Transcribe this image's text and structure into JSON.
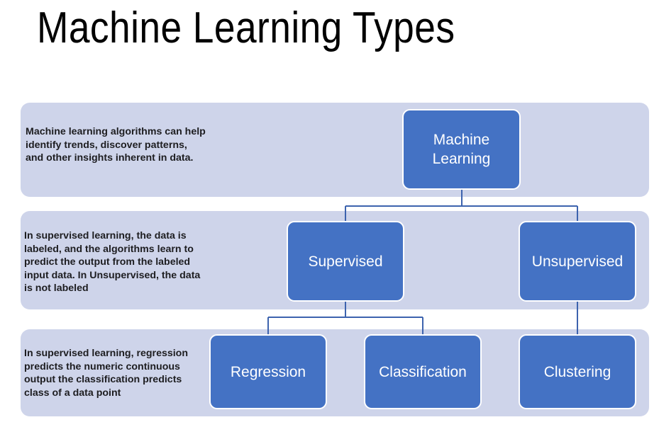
{
  "slide": {
    "title": "Machine Learning Types"
  },
  "theme": {
    "node_fill": "#4472C4",
    "node_border": "#FFFFFF",
    "band_fill": "#CED4EA",
    "connector_color": "#3D63AE",
    "title_color": "#000000",
    "body_text_color": "#1D1D20",
    "node_text_color": "#FFFFFF",
    "page_background": "#FFFFFF"
  },
  "bands": [
    {
      "id": "band-1",
      "description": "Machine learning algorithms  can help identify trends, discover patterns, and other insights inherent in data."
    },
    {
      "id": "band-2",
      "description": "In supervised learning, the data is labeled, and the algorithms learn to predict the output from the labeled input data. In Unsupervised, the data is not labeled"
    },
    {
      "id": "band-3",
      "description": "In supervised learning, regression predicts the numeric continuous output the classification predicts class of a data point"
    }
  ],
  "diagram": {
    "type": "hierarchy-tree",
    "nodes": [
      {
        "id": "machine-learning",
        "label": "Machine\nLearning",
        "level": 0,
        "parent": null
      },
      {
        "id": "supervised",
        "label": "Supervised",
        "level": 1,
        "parent": "machine-learning"
      },
      {
        "id": "unsupervised",
        "label": "Unsupervised",
        "level": 1,
        "parent": "machine-learning"
      },
      {
        "id": "regression",
        "label": "Regression",
        "level": 2,
        "parent": "supervised"
      },
      {
        "id": "classification",
        "label": "Classification",
        "level": 2,
        "parent": "supervised"
      },
      {
        "id": "clustering",
        "label": "Clustering",
        "level": 2,
        "parent": "unsupervised"
      }
    ],
    "edges": [
      {
        "from": "machine-learning",
        "to": "supervised"
      },
      {
        "from": "machine-learning",
        "to": "unsupervised"
      },
      {
        "from": "supervised",
        "to": "regression"
      },
      {
        "from": "supervised",
        "to": "classification"
      },
      {
        "from": "unsupervised",
        "to": "clustering"
      }
    ]
  }
}
